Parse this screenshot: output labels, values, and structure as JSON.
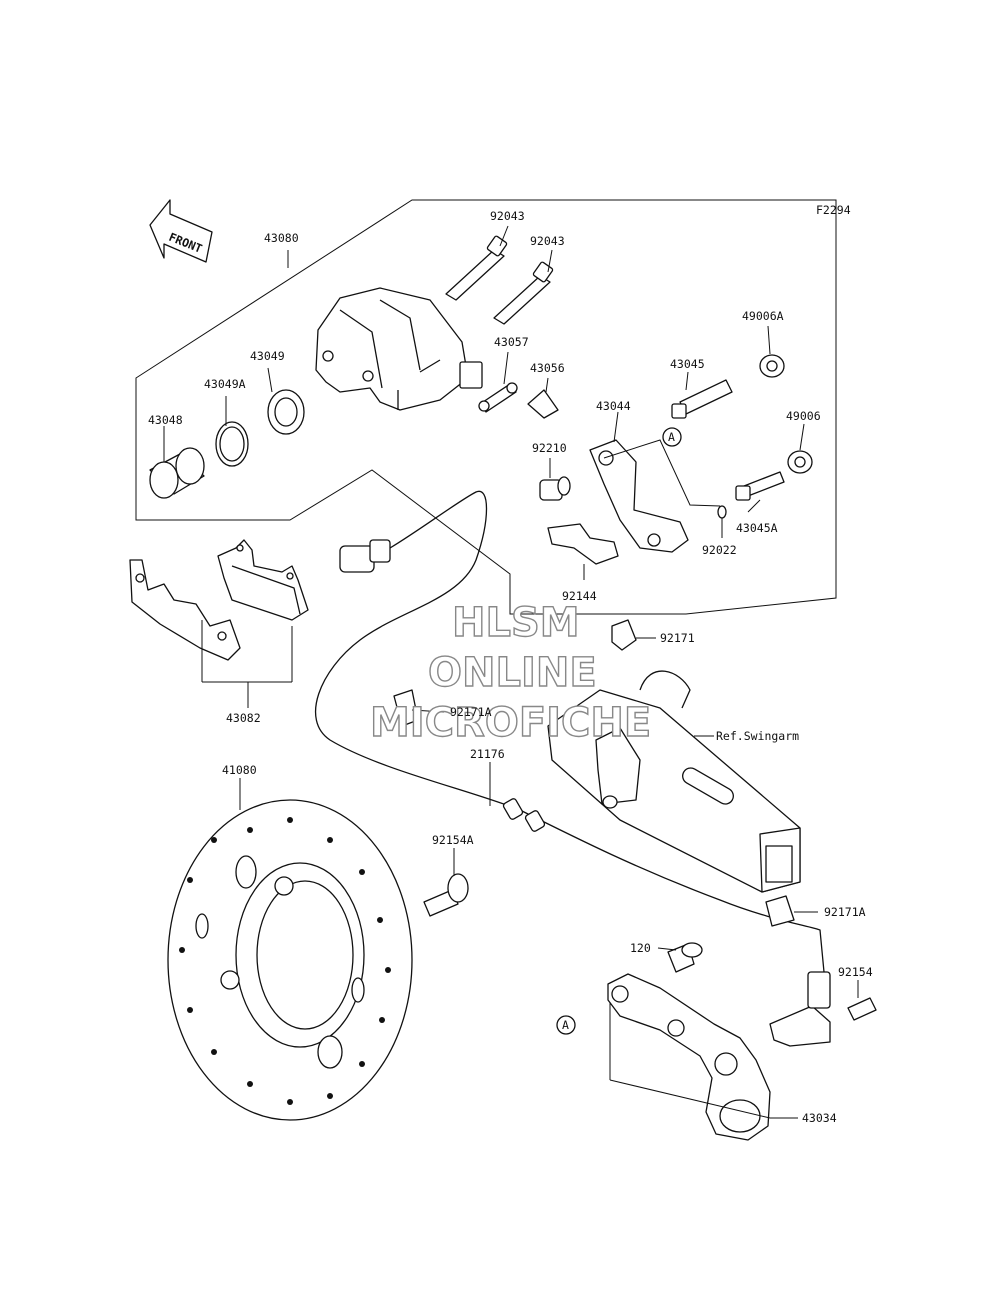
{
  "figure_code": "F2294",
  "front_label": "FRONT",
  "ref_label": "Ref.Swingarm",
  "callout_letter": "A",
  "watermark": {
    "line1": "HLSM",
    "line2": "ONLINE",
    "line3": "MICROFICHE"
  },
  "parts": {
    "p43080": "43080",
    "p92043a": "92043",
    "p92043b": "92043",
    "p49006A": "49006A",
    "p43049": "43049",
    "p43057": "43057",
    "p43056": "43056",
    "p43045": "43045",
    "p43049A": "43049A",
    "p43044": "43044",
    "p49006": "49006",
    "p43048": "43048",
    "p92210": "92210",
    "p43045A": "43045A",
    "p92022": "92022",
    "p92144": "92144",
    "p92171": "92171",
    "p92171A_top": "92171A",
    "p43082": "43082",
    "p21176": "21176",
    "p41080": "41080",
    "p92154A": "92154A",
    "p92171A_bot": "92171A",
    "p120": "120",
    "p92154": "92154",
    "p43034": "43034"
  }
}
